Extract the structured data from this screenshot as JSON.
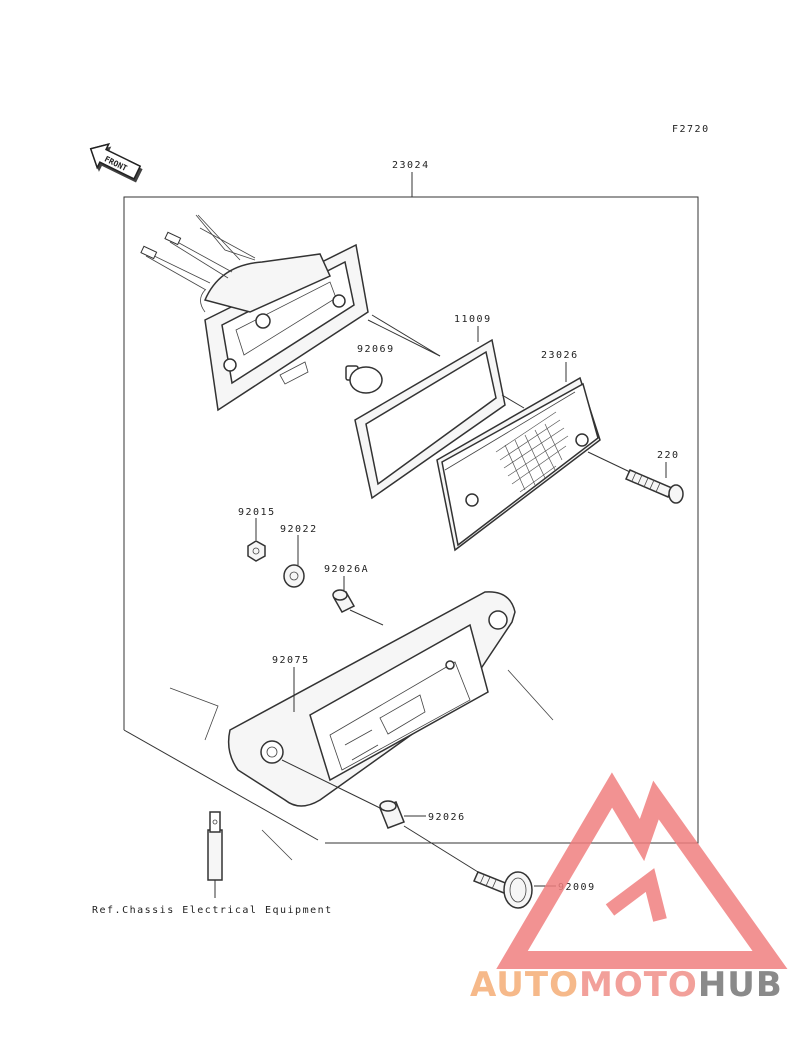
{
  "figure_code": "F2720",
  "front_label": "FRONT",
  "callouts": {
    "assembly": "23024",
    "gasket": "11009",
    "bulb": "92069",
    "lens": "23026",
    "screw": "220",
    "nut": "92015",
    "washer": "92022",
    "collar_a": "92026A",
    "housing": "92075",
    "collar": "92026",
    "bolt": "92009"
  },
  "reference_note": "Ref.Chassis Electrical Equipment",
  "watermark": {
    "parts": [
      "AUTO",
      "MOTO",
      "HUB"
    ],
    "colors": {
      "auto": "#f6b98a",
      "moto": "#f2a09a",
      "hub": "#8a8a8a",
      "triangle": "#f07f7f"
    }
  }
}
